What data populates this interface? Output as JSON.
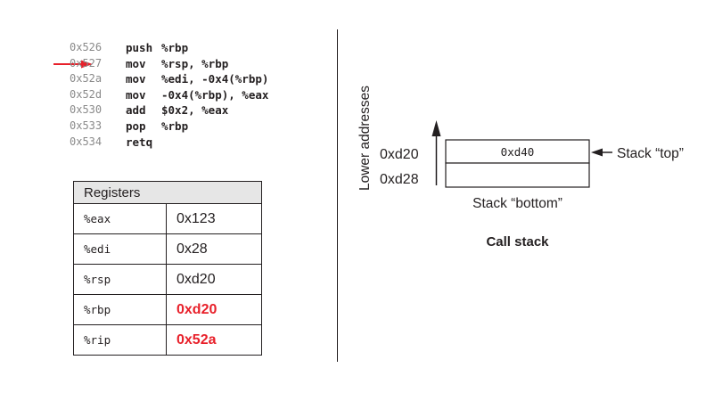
{
  "assembly": {
    "current_address": "0x527",
    "lines": [
      {
        "address": "0x526",
        "mnemonic": "push",
        "operands": "%rbp"
      },
      {
        "address": "0x527",
        "mnemonic": "mov",
        "operands": "%rsp, %rbp"
      },
      {
        "address": "0x52a",
        "mnemonic": "mov",
        "operands": "%edi, -0x4(%rbp)"
      },
      {
        "address": "0x52d",
        "mnemonic": "mov",
        "operands": "-0x4(%rbp), %eax"
      },
      {
        "address": "0x530",
        "mnemonic": "add",
        "operands": "$0x2, %eax"
      },
      {
        "address": "0x533",
        "mnemonic": "pop",
        "operands": "%rbp"
      },
      {
        "address": "0x534",
        "mnemonic": "retq",
        "operands": ""
      }
    ]
  },
  "registers": {
    "header": "Registers",
    "rows": [
      {
        "name": "%eax",
        "value": "0x123",
        "changed": false
      },
      {
        "name": "%edi",
        "value": "0x28",
        "changed": false
      },
      {
        "name": "%rsp",
        "value": "0xd20",
        "changed": false
      },
      {
        "name": "%rbp",
        "value": "0xd20",
        "changed": true
      },
      {
        "name": "%rip",
        "value": "0x52a",
        "changed": true
      }
    ]
  },
  "call_stack": {
    "title": "Call stack",
    "axis_label": "Lower addresses",
    "rows": [
      {
        "address": "0xd20",
        "content": "0xd40"
      },
      {
        "address": "0xd28",
        "content": ""
      }
    ],
    "top_label": "Stack “top”",
    "bottom_label": "Stack “bottom”"
  },
  "colors": {
    "highlight": "#e8202a",
    "ink": "#231f20",
    "address_gray": "#8a8a8a",
    "header_fill": "#e6e6e6"
  }
}
